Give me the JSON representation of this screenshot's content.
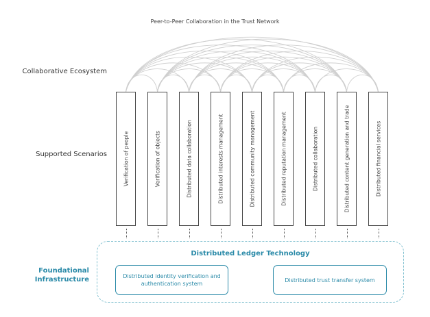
{
  "title": "Peer-to-Peer Collaboration in the Trust Network",
  "layers": {
    "ecosystem": "Collaborative Ecosystem",
    "scenarios": "Supported Scenarios",
    "infrastructure": "Foundational Infrastructure"
  },
  "scenarios": [
    "Verification of people",
    "Verification of objects",
    "Distributed data collaboration",
    "Distributed interests management",
    "Distributed community management",
    "Distributed reputation management",
    "Distributed collaboration",
    "Distributed content generation and trade",
    "Distributed financial services"
  ],
  "ledger": {
    "title": "Distributed Ledger Technology",
    "systems": [
      "Distributed identity verification and authentication system",
      "Distributed trust transfer system"
    ]
  },
  "colors": {
    "accent": "#2a8aa8",
    "dashed_border": "#7fbfcf",
    "arcs": "#cfcfcf"
  }
}
